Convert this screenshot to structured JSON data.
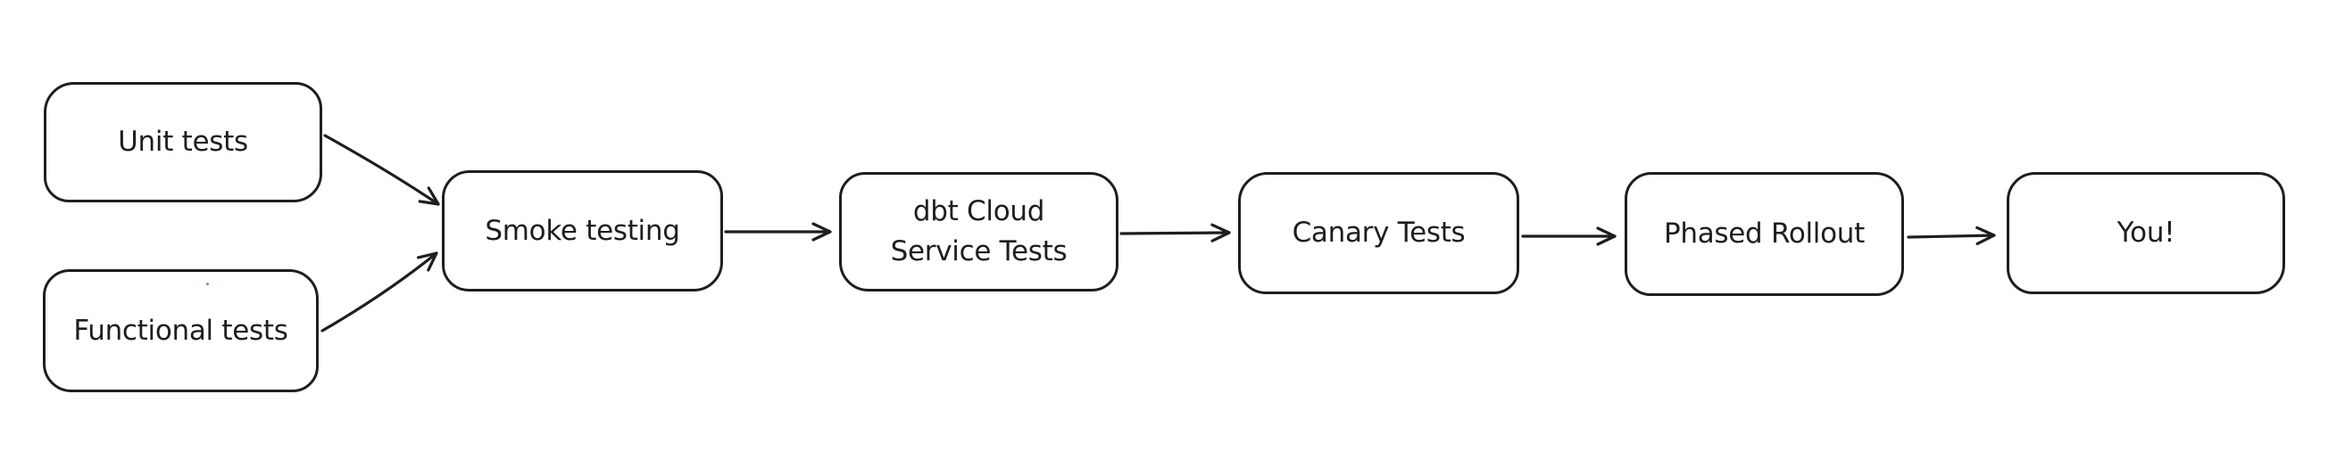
{
  "diagram": {
    "type": "flowchart",
    "style": "hand-drawn",
    "nodes": [
      {
        "id": "unit-tests",
        "label": "Unit tests"
      },
      {
        "id": "functional-tests",
        "label": "Functional tests"
      },
      {
        "id": "smoke-testing",
        "label": "Smoke testing"
      },
      {
        "id": "dbt-cloud-service-tests",
        "label": "dbt Cloud\nService Tests"
      },
      {
        "id": "canary-tests",
        "label": "Canary Tests"
      },
      {
        "id": "phased-rollout",
        "label": "Phased Rollout"
      },
      {
        "id": "you",
        "label": "You!"
      }
    ],
    "edges": [
      {
        "from": "unit-tests",
        "to": "smoke-testing"
      },
      {
        "from": "functional-tests",
        "to": "smoke-testing"
      },
      {
        "from": "smoke-testing",
        "to": "dbt-cloud-service-tests"
      },
      {
        "from": "dbt-cloud-service-tests",
        "to": "canary-tests"
      },
      {
        "from": "canary-tests",
        "to": "phased-rollout"
      },
      {
        "from": "phased-rollout",
        "to": "you"
      }
    ]
  },
  "colors": {
    "stroke": "#1e1e1e",
    "canvas_bg": "#ffffff",
    "node_bg": "#ffffff",
    "stray_dot": "#d96c6c"
  }
}
